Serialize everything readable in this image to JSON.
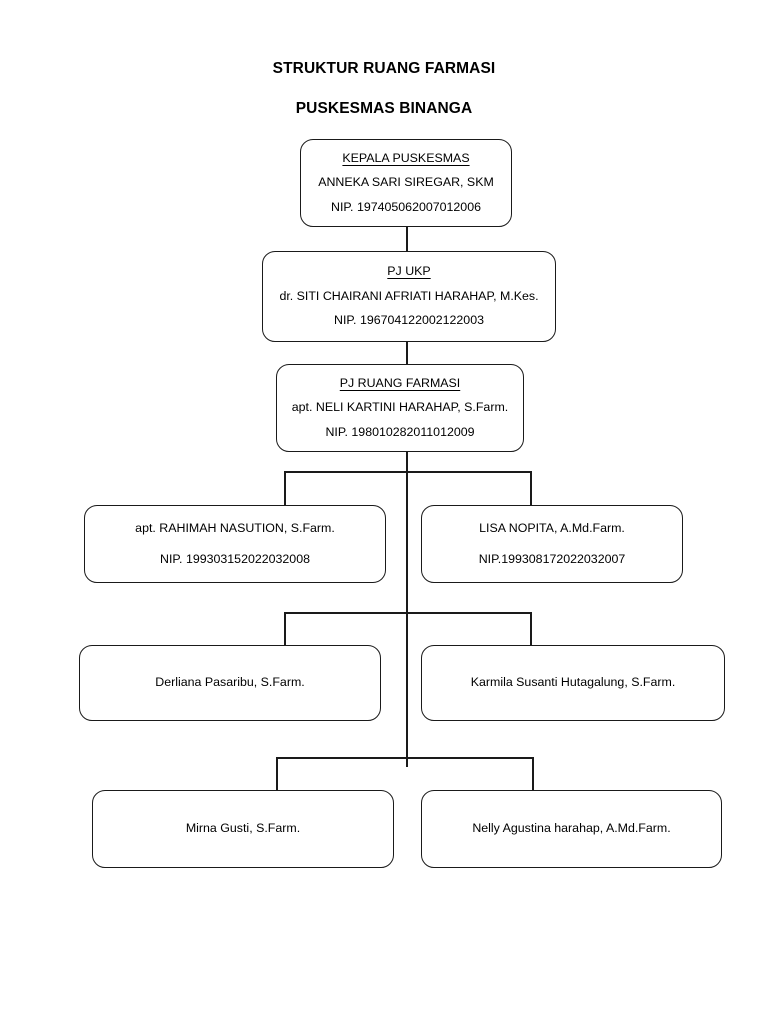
{
  "document": {
    "title_line1": "STRUKTUR RUANG FARMASI",
    "title_line2": "PUSKESMAS BINANGA"
  },
  "org_chart": {
    "type": "organizational-chart",
    "orientation": "vertical-tree",
    "nodes": [
      {
        "id": "kepala-puskesmas",
        "level": 1,
        "role": "KEPALA PUSKESMAS",
        "name": "ANNEKA SARI SIREGAR, SKM",
        "nip": "NIP. 197405062007012006"
      },
      {
        "id": "pj-ukp",
        "level": 2,
        "role": "PJ UKP",
        "name": "dr. SITI CHAIRANI AFRIATI HARAHAP, M.Kes.",
        "nip": "NIP. 196704122002122003"
      },
      {
        "id": "pj-ruang-farmasi",
        "level": 3,
        "role": "PJ RUANG FARMASI",
        "name": "apt. NELI KARTINI HARAHAP, S.Farm.",
        "nip": "NIP. 198010282011012009"
      },
      {
        "id": "staff-rahimah",
        "level": 4,
        "side": "left",
        "name": "apt. RAHIMAH NASUTION, S.Farm.",
        "nip": "NIP. 199303152022032008"
      },
      {
        "id": "staff-lisa",
        "level": 4,
        "side": "right",
        "name": "LISA NOPITA, A.Md.Farm.",
        "nip": "NIP.199308172022032007"
      },
      {
        "id": "staff-derliana",
        "level": 5,
        "side": "left",
        "name": "Derliana Pasaribu, S.Farm."
      },
      {
        "id": "staff-karmila",
        "level": 5,
        "side": "right",
        "name": "Karmila Susanti Hutagalung, S.Farm."
      },
      {
        "id": "staff-mirna",
        "level": 6,
        "side": "left",
        "name": "Mirna Gusti, S.Farm."
      },
      {
        "id": "staff-nelly",
        "level": 6,
        "side": "right",
        "name": "Nelly Agustina harahap, A.Md.Farm."
      }
    ]
  },
  "style": {
    "line_color": "#1a1a1a",
    "background": "#ffffff",
    "text_color": "#000000"
  }
}
